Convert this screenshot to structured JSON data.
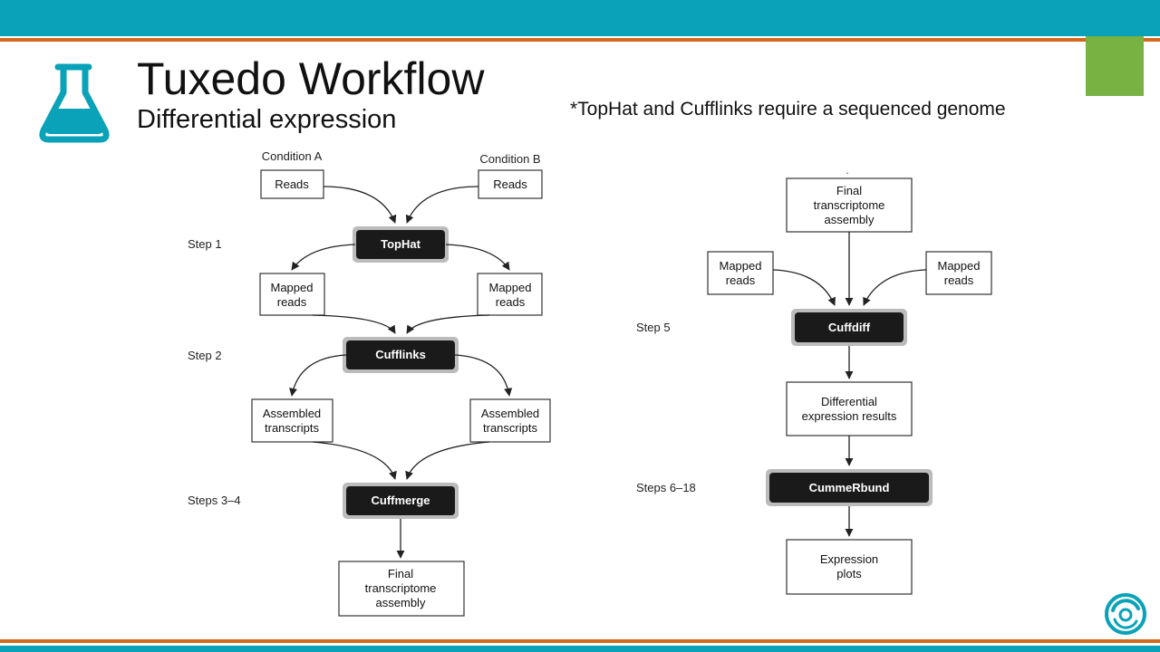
{
  "slide": {
    "title": "Tuxedo Workflow",
    "subtitle": "Differential expression",
    "note": "*TopHat and Cufflinks require a sequenced genome"
  },
  "icons": {
    "flask": "flask-icon",
    "logo": "circular-logo-icon"
  },
  "colors": {
    "teal": "#0aa2b8",
    "orange": "#d2691e",
    "green": "#78b243"
  },
  "diagram_left": {
    "condition_a": "Condition A",
    "condition_b": "Condition B",
    "reads_a": "Reads",
    "reads_b": "Reads",
    "step1": "Step 1",
    "tophat": "TopHat",
    "mapped_a": [
      "Mapped",
      "reads"
    ],
    "mapped_b": [
      "Mapped",
      "reads"
    ],
    "step2": "Step 2",
    "cufflinks": "Cufflinks",
    "assembled_a": [
      "Assembled",
      "transcripts"
    ],
    "assembled_b": [
      "Assembled",
      "transcripts"
    ],
    "steps34": "Steps 3–4",
    "cuffmerge": "Cuffmerge",
    "final": [
      "Final",
      "transcriptome",
      "assembly"
    ]
  },
  "diagram_right": {
    "final": [
      "Final",
      "transcriptome",
      "assembly"
    ],
    "mapped_a": [
      "Mapped",
      "reads"
    ],
    "mapped_b": [
      "Mapped",
      "reads"
    ],
    "step5": "Step 5",
    "cuffdiff": "Cuffdiff",
    "diff_results": [
      "Differential",
      "expression results"
    ],
    "steps618": "Steps 6–18",
    "cummerbund": "CummeRbund",
    "expression_plots": [
      "Expression",
      "plots"
    ]
  }
}
